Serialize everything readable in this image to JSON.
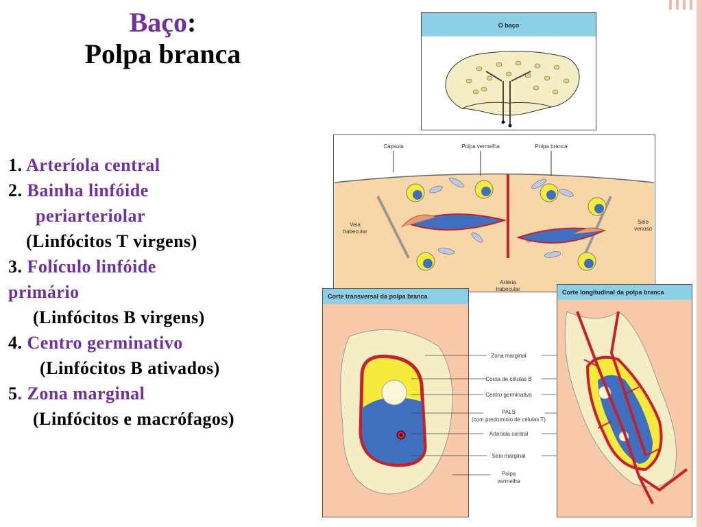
{
  "title": {
    "line1_accent": "Baço",
    "line1_rest": ":",
    "line2": "Polpa branca"
  },
  "list": [
    {
      "num": "1.",
      "label": "Arteríola central"
    },
    {
      "num": "2.",
      "label": "Bainha linfóide"
    },
    {
      "cont": "periarteriolar"
    },
    {
      "note": "(Linfócitos  T virgens)"
    },
    {
      "num": "3.",
      "label": "Folículo linfóide"
    },
    {
      "cont": "primário"
    },
    {
      "note": "(Linfócitos B virgens)"
    },
    {
      "num": "4.",
      "label": "Centro germinativo"
    },
    {
      "note": "(Linfócitos B ativados)"
    },
    {
      "num": "5",
      "label": ". Zona marginal"
    },
    {
      "note": "(Linfócitos e macrófagos)"
    }
  ],
  "figure": {
    "top_title": "O baço",
    "mid_labels": {
      "capsula": "Cápsula",
      "polpa_vermelha": "Polpa vermelha",
      "polpa_branca": "Polpa branca",
      "veia_trabecular_1": "Veia",
      "veia_trabecular_2": "trabecular",
      "seio_venoso_1": "Seio",
      "seio_venoso_2": "venoso",
      "arteria_trabecular_1": "Artéria",
      "arteria_trabecular_2": "trabecular"
    },
    "left_panel_title": "Corte transversal da polpa branca",
    "right_panel_title": "Corte longitudinal da polpa branca",
    "legend": {
      "zona_marginal": "Zona marginal",
      "coroa": "Coroa de células B",
      "centro": "Centro germinativo",
      "pals_1": "PALS",
      "pals_2": "(com predomínio de células T)",
      "arteriola": "Arteríola central",
      "seio_marginal": "Seio marginal",
      "polpa_1": "Polpa",
      "polpa_2": "vermelha"
    }
  },
  "colors": {
    "accent": "#7030a0",
    "panel_header": "#8ecfe8",
    "pulp_bg": "#f7c9a8",
    "artery": "#c8202a",
    "pals": "#3f6fbf",
    "crown": "#f6ea3c"
  }
}
